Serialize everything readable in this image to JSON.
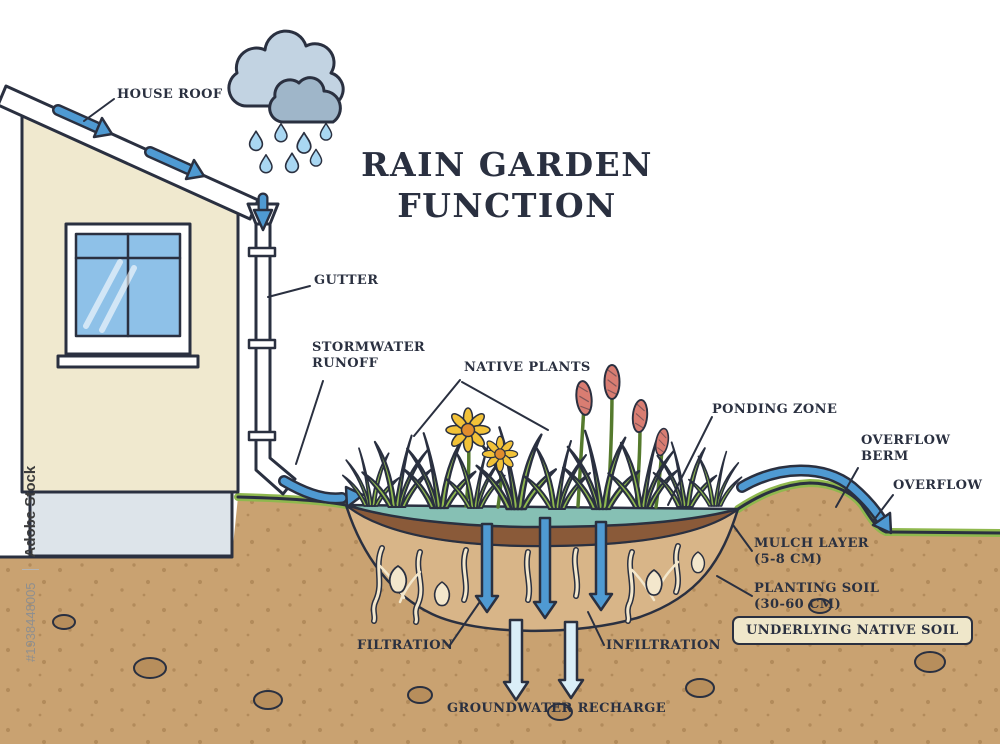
{
  "watermark": {
    "brand": "Adobe Stock",
    "asset_id": "#1938448005"
  },
  "diagram": {
    "title_line1": "RAIN GARDEN",
    "title_line2": "FUNCTION",
    "labels": {
      "house_roof": "HOUSE ROOF",
      "gutter": "GUTTER",
      "stormwater_runoff_1": "STORMWATER",
      "stormwater_runoff_2": "RUNOFF",
      "native_plants": "NATIVE PLANTS",
      "ponding_zone": "PONDING ZONE",
      "overflow_berm_1": "OVERFLOW",
      "overflow_berm_2": "BERM",
      "overflow": "OVERFLOW",
      "mulch_layer_1": "MULCH LAYER",
      "mulch_layer_2": "(5-8 CM)",
      "planting_soil_1": "PLANTING SOIL",
      "planting_soil_2": "(30-60 CM)",
      "underlying_native_soil": "UNDERLYING NATIVE SOIL",
      "filtration": "FILTRATION",
      "infiltration": "INFILTRATION",
      "groundwater_recharge": "GROUNDWATER RECHARGE"
    }
  },
  "colors": {
    "background": "#ffffff",
    "outline": "#2a3040",
    "label_text": "#2a3040",
    "title_text": "#2a3040",
    "soil": "#c9a271",
    "soil_dots": "#9b7446",
    "stone": "#b78e5c",
    "planting_soil": "#d8b588",
    "mulch": "#8a5a39",
    "water": "#86c0b4",
    "grass": "#8fb84e",
    "stem": "#557a2d",
    "flower_yellow": "#f2c238",
    "flower_center": "#e08c2d",
    "flower_red": "#d97d72",
    "root": "#f3e7cc",
    "wall": "#f0e9cf",
    "roof": "#ffffff",
    "foundation": "#dde4ea",
    "window_glass": "#8ec1e8",
    "cloud_back": "#c2d3e2",
    "cloud_front": "#9fb6c9",
    "raindrop": "#a9d7f2",
    "arrow_blue": "#4f9ad2",
    "arrow_light": "#daeef8",
    "badge_fill": "#efe7ca"
  }
}
